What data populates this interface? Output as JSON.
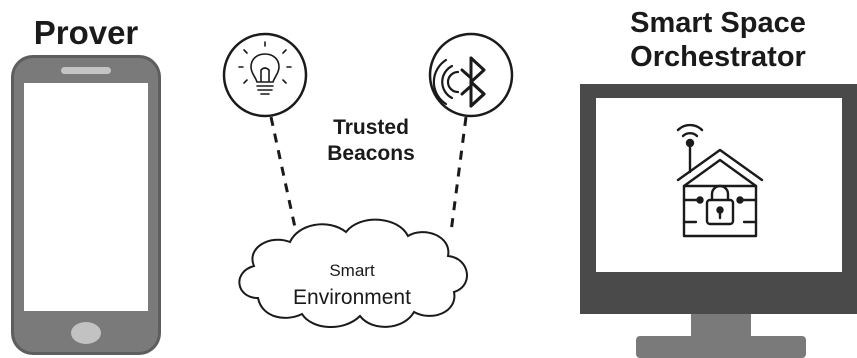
{
  "prover": {
    "title": "Prover"
  },
  "orchestrator": {
    "title_line1": "Smart Space",
    "title_line2": "Orchestrator"
  },
  "beacons": {
    "label_line1": "Trusted",
    "label_line2": "Beacons",
    "items": [
      {
        "icon": "lightbulb-icon"
      },
      {
        "icon": "bluetooth-icon"
      }
    ]
  },
  "environment": {
    "label_line1": "Smart",
    "label_line2": "Environment"
  },
  "colors": {
    "device_dark": "#5a5a5a",
    "device_mid": "#8c8c8c",
    "device_light": "#a8a8a8",
    "monitor_dark": "#4a4a4a",
    "outline": "#1a1a1a"
  }
}
